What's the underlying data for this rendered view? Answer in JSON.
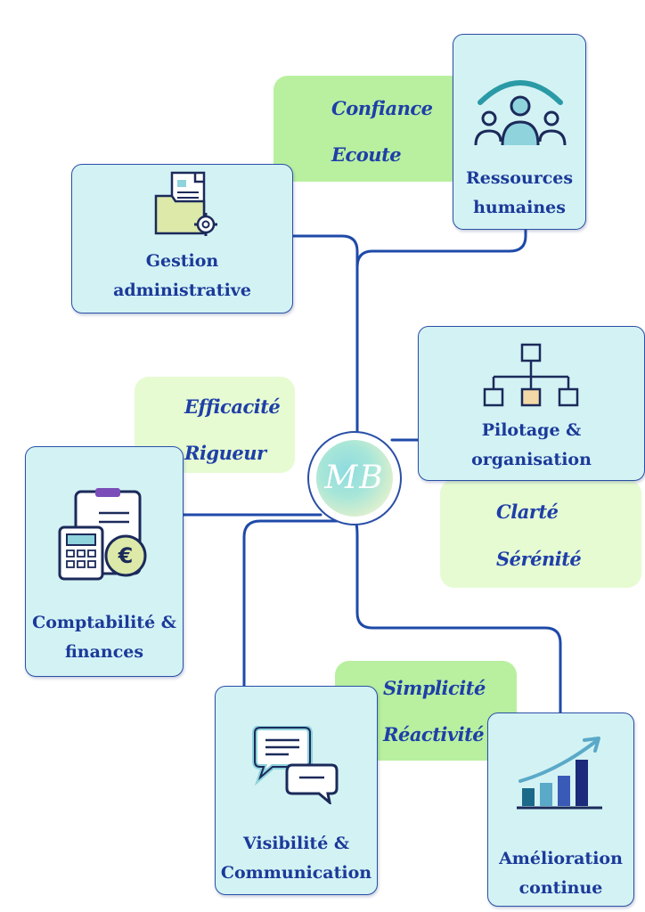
{
  "nodes": {
    "rh": {
      "line1": "Ressources",
      "line2": "humaines"
    },
    "gestion": {
      "line1": "Gestion",
      "line2": "administrative"
    },
    "pilotage": {
      "line1": "Pilotage &",
      "line2": "organisation"
    },
    "compta": {
      "line1": "Comptabilité &",
      "line2": "finances"
    },
    "visibilite": {
      "line1": "Visibilité &",
      "line2": "Communication"
    },
    "amelioration": {
      "line1": "Amélioration",
      "line2": "continue"
    }
  },
  "tags": {
    "confiance": {
      "word1": "Confiance",
      "word2": "Ecoute"
    },
    "efficacite": {
      "word1": "Efficacité",
      "word2": "Rigueur"
    },
    "clarte": {
      "word1": "Clarté",
      "word2": "Sérénité"
    },
    "simplicite": {
      "word1": "Simplicité",
      "word2": "Réactivité"
    }
  },
  "logo": {
    "text": "MB"
  },
  "colors": {
    "card_bg": "#d3f2f4",
    "card_border": "#2a4fa6",
    "connector": "#1e4aa8",
    "label_text": "#1b3a99",
    "tag_green": "#b8f0a0",
    "tag_light_green": "#e6fbd2",
    "icon_accent": "#f3d9a6"
  },
  "icons": [
    "people-icon",
    "folder-gear-icon",
    "org-chart-icon",
    "calculator-euro-icon",
    "chat-bubbles-icon",
    "growth-chart-icon"
  ]
}
